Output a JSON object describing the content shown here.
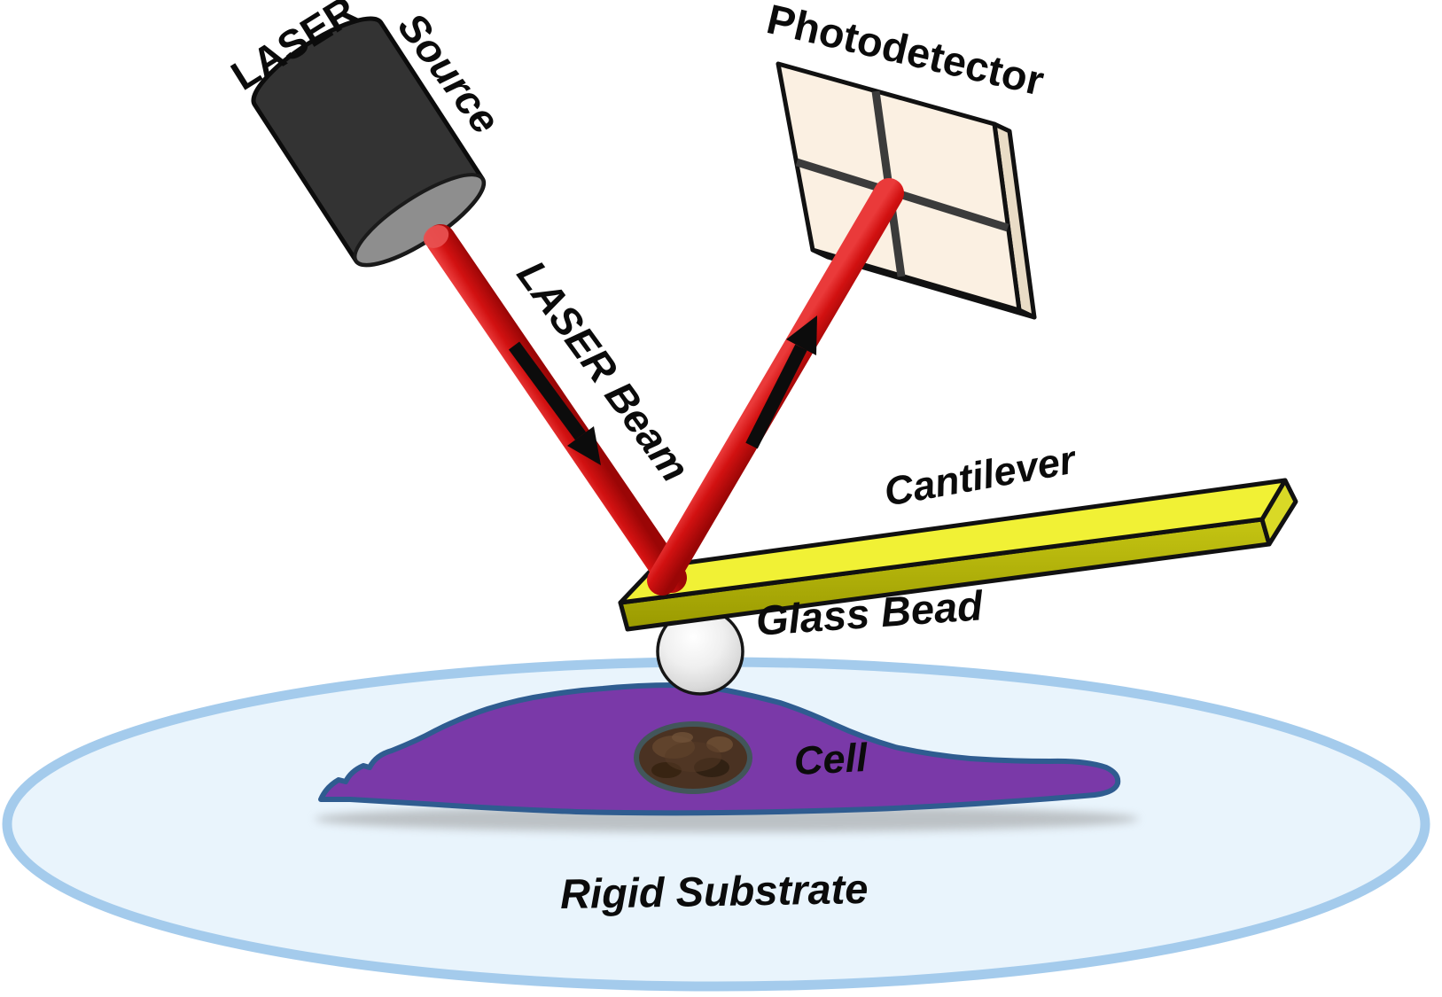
{
  "labels": {
    "laser": "LASER",
    "source": "Source",
    "photodetector": "Photodetector",
    "laser_beam": "LASER Beam",
    "cantilever": "Cantilever",
    "glass_bead": "Glass Bead",
    "cell": "Cell",
    "rigid_substrate": "Rigid Substrate"
  },
  "colors": {
    "laser_red": "#d21111",
    "laser_red_highlight": "#e85050",
    "arrow_black": "#0c0c0c",
    "source_body": "#333333",
    "source_face": "#8e8e8e",
    "detector_face": "#fbf0e2",
    "detector_side": "#e9dcc6",
    "detector_grid": "#3b3b3b",
    "cantilever_top": "#f1f135",
    "cantilever_front": "#b0b008",
    "cantilever_end": "#d9d926",
    "bead_gray": "#d6d6d6",
    "cell_purple": "#7a39a8",
    "cell_outline": "#2f5c90",
    "nucleus_brown": "#4a3222",
    "nucleus_outline": "#42565a",
    "substrate_fill": "#e9f4fc",
    "substrate_border": "#a4cbec",
    "text_black": "#0b0b0b"
  }
}
